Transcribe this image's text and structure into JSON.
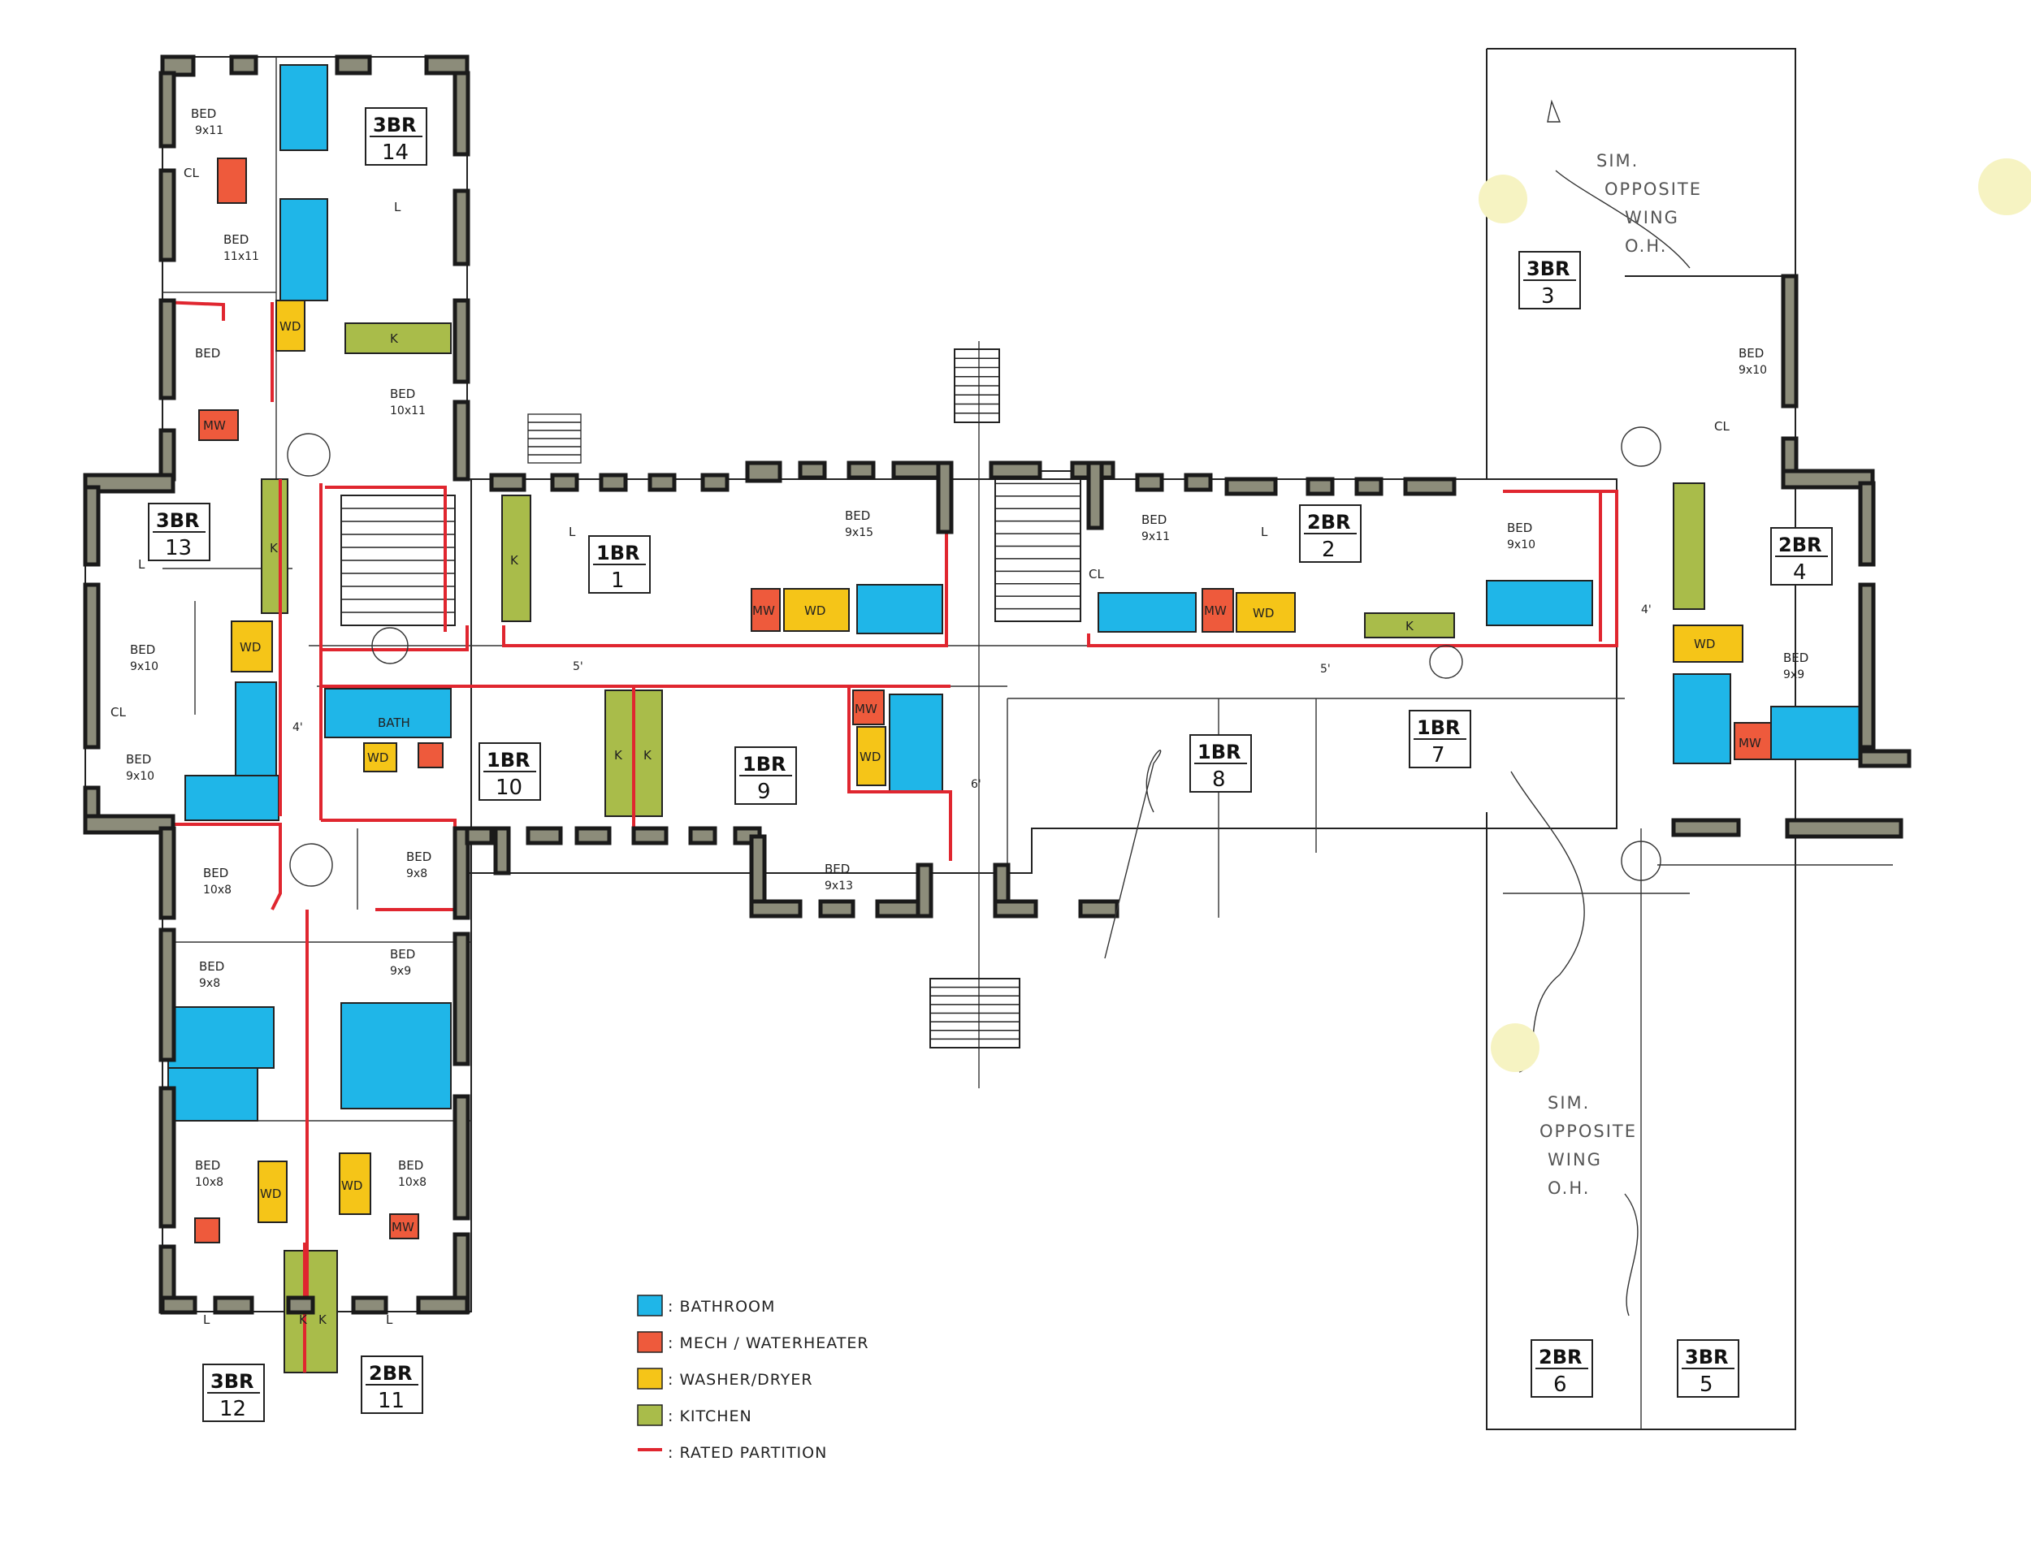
{
  "colors": {
    "bathroom": "#1fb6e8",
    "mech": "#ee5a3c",
    "washer_dryer": "#f5c518",
    "kitchen": "#a9bc4a",
    "rated_partition": "#e0262f",
    "wall": "#8c8c7a"
  },
  "legend": [
    {
      "key": "bathroom",
      "label": ": BATHROOM"
    },
    {
      "key": "mech",
      "label": ": MECH / WATERHEATER"
    },
    {
      "key": "washer_dryer",
      "label": ": WASHER/DRYER"
    },
    {
      "key": "kitchen",
      "label": ": KITCHEN"
    },
    {
      "key": "rated_partition",
      "label": ": RATED PARTITION"
    }
  ],
  "units": {
    "u14": {
      "name": "3BR",
      "num": "14"
    },
    "u13": {
      "name": "3BR",
      "num": "13"
    },
    "u12": {
      "name": "3BR",
      "num": "12"
    },
    "u11": {
      "name": "2BR",
      "num": "11"
    },
    "u10": {
      "name": "1BR",
      "num": "10"
    },
    "u9": {
      "name": "1BR",
      "num": "9"
    },
    "u1": {
      "name": "1BR",
      "num": "1"
    },
    "u2": {
      "name": "2BR",
      "num": "2"
    },
    "u8": {
      "name": "1BR",
      "num": "8"
    },
    "u7": {
      "name": "1BR",
      "num": "7"
    },
    "u3": {
      "name": "3BR",
      "num": "3"
    },
    "u4": {
      "name": "2BR",
      "num": "4"
    },
    "u6": {
      "name": "2BR",
      "num": "6"
    },
    "u5": {
      "name": "3BR",
      "num": "5"
    }
  },
  "rooms": {
    "bed": "BED",
    "b9x11": "9x11",
    "b11x11": "11x11",
    "b10x11": "10x11",
    "b9x10": "9x10",
    "b9x15": "9x15",
    "b9x13": "9x13",
    "b9x8": "9x8",
    "b10x8": "10x8",
    "b9x9": "9x9",
    "bath": "BATH"
  },
  "tags": {
    "k": "K",
    "wd": "WD",
    "mw": "MW",
    "cl": "CL",
    "l": "L"
  },
  "dims": {
    "d5": "5'",
    "d4": "4'",
    "d6": "6'"
  },
  "notes": {
    "sim_line1": "SIM.",
    "sim_line2": "OPPOSITE",
    "sim_line3": "WING",
    "sim_line4": "O.H."
  }
}
